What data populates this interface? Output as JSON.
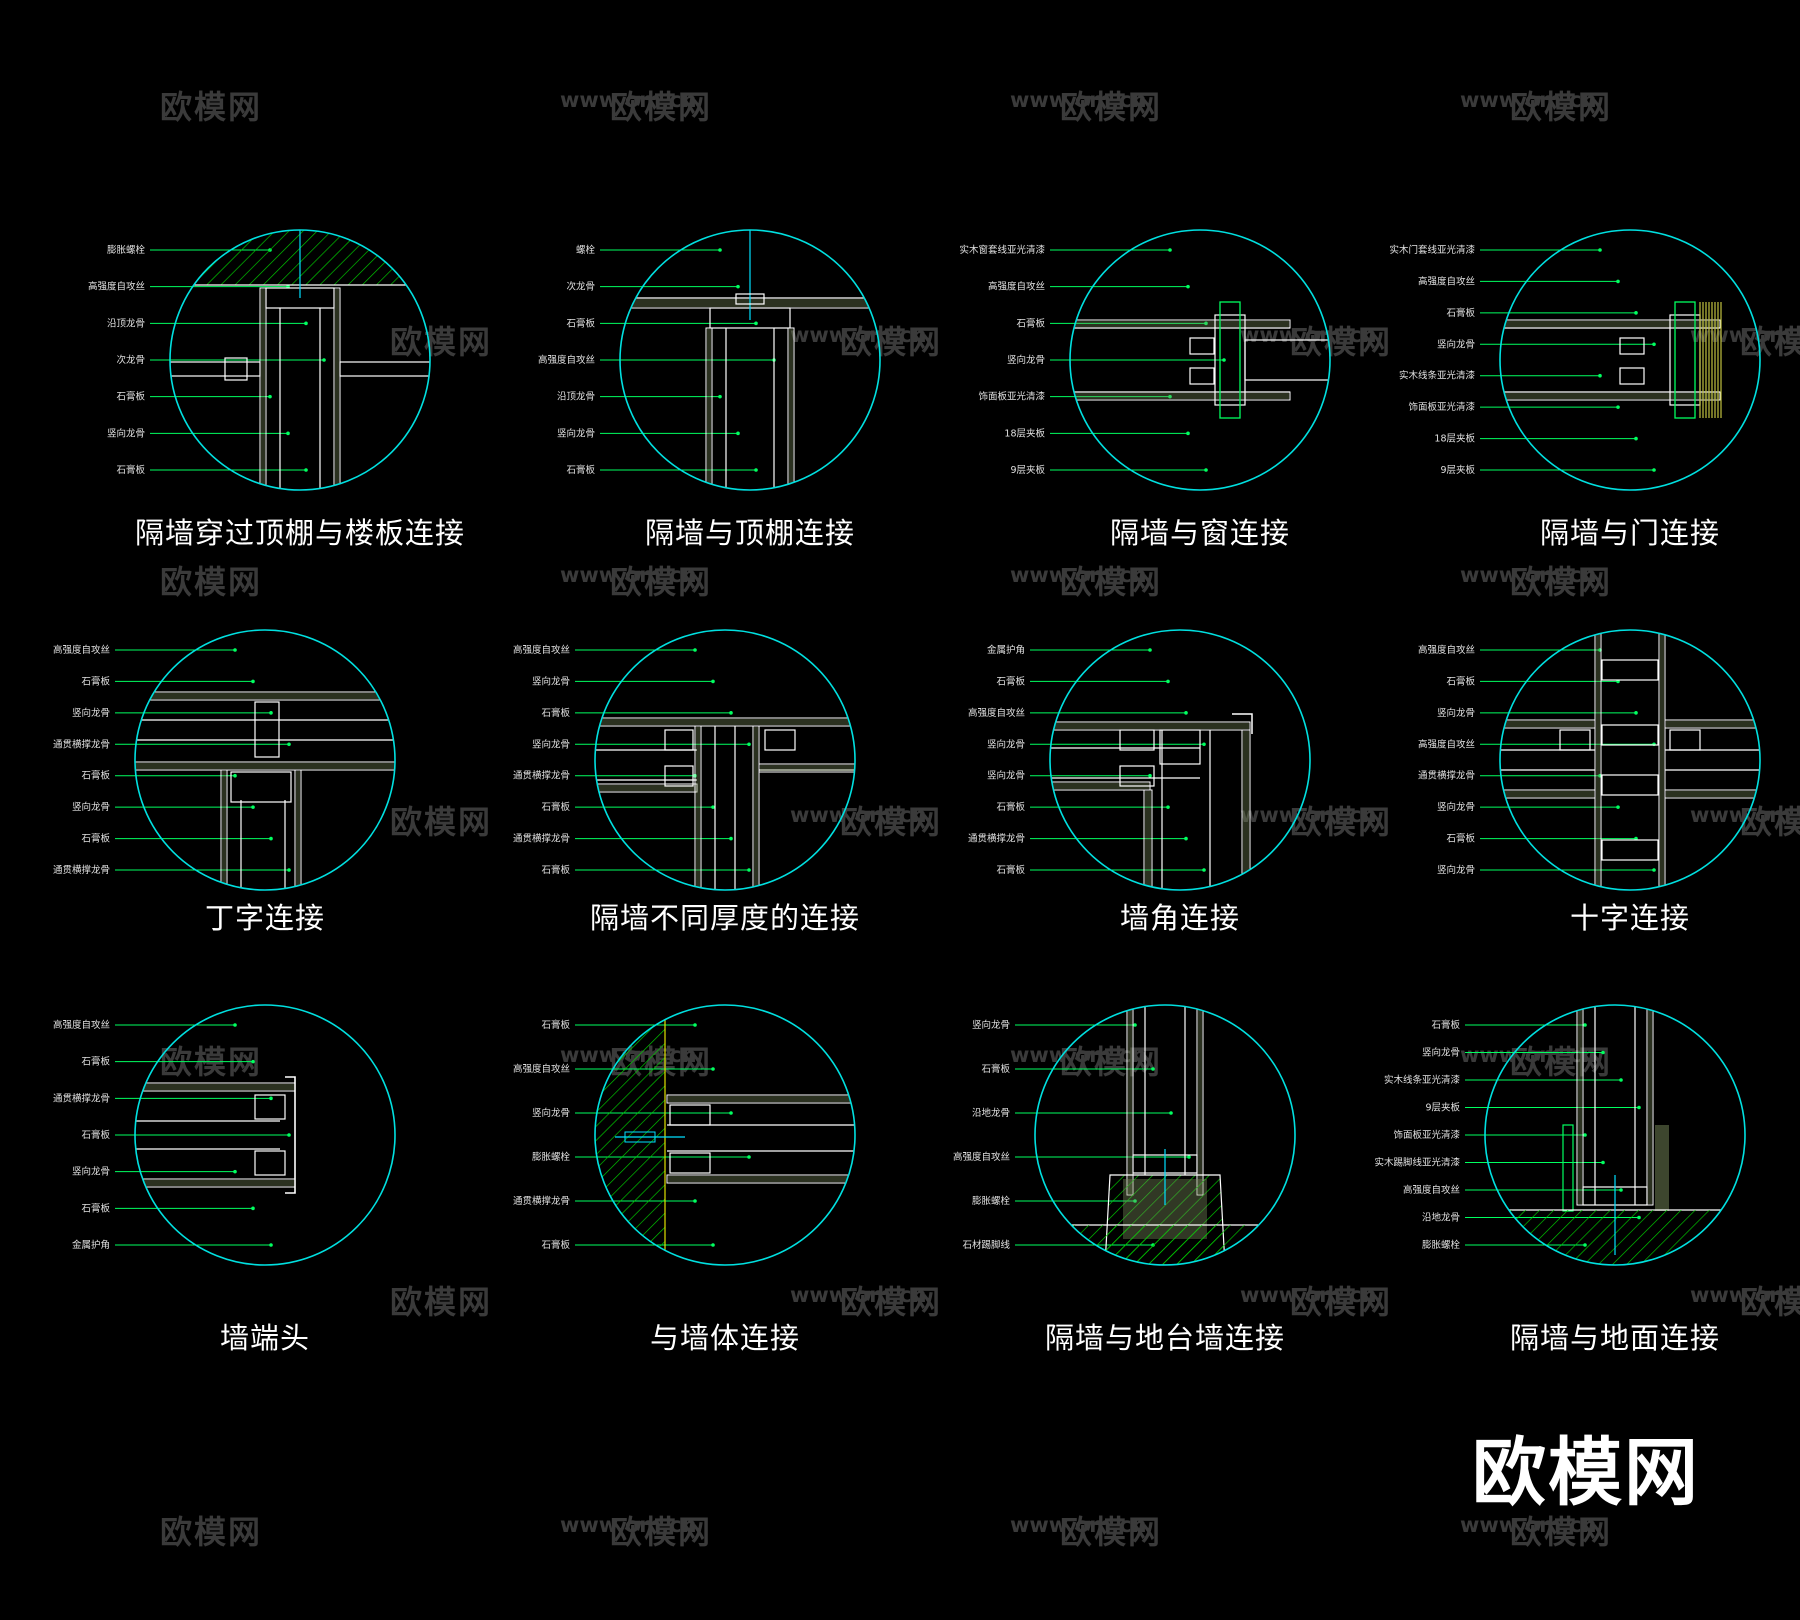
{
  "watermark": {
    "brand": "欧模网",
    "url": "www.om.cn"
  },
  "logo": "欧模网",
  "colors": {
    "circle": "#00e0e0",
    "leader": "#00ff60",
    "panel": "#7a8c5c",
    "hatch": "#00d000",
    "line": "#ffffff",
    "background": "#000000"
  },
  "details": [
    {
      "title": "隔墙穿过顶棚与楼板连接",
      "labels": [
        "膨胀螺栓",
        "高强度自攻丝",
        "沿顶龙骨",
        "次龙骨",
        "石膏板",
        "竖向龙骨",
        "石膏板"
      ]
    },
    {
      "title": "隔墙与顶棚连接",
      "labels": [
        "螺栓",
        "次龙骨",
        "石膏板",
        "高强度自攻丝",
        "沿顶龙骨",
        "竖向龙骨",
        "石膏板"
      ]
    },
    {
      "title": "隔墙与窗连接",
      "labels": [
        "实木窗套线亚光清漆",
        "高强度自攻丝",
        "石膏板",
        "竖向龙骨",
        "饰面板亚光清漆",
        "18层夹板",
        "9层夹板"
      ]
    },
    {
      "title": "隔墙与门连接",
      "labels": [
        "实木门套线亚光清漆",
        "高强度自攻丝",
        "石膏板",
        "竖向龙骨",
        "实木线条亚光清漆",
        "饰面板亚光清漆",
        "18层夹板",
        "9层夹板"
      ]
    },
    {
      "title": "丁字连接",
      "labels": [
        "高强度自攻丝",
        "石膏板",
        "竖向龙骨",
        "通贯横撑龙骨",
        "石膏板",
        "竖向龙骨",
        "石膏板",
        "通贯横撑龙骨"
      ]
    },
    {
      "title": "隔墙不同厚度的连接",
      "labels": [
        "高强度自攻丝",
        "竖向龙骨",
        "石膏板",
        "竖向龙骨",
        "通贯横撑龙骨",
        "石膏板",
        "通贯横撑龙骨",
        "石膏板"
      ]
    },
    {
      "title": "墙角连接",
      "labels": [
        "金属护角",
        "石膏板",
        "高强度自攻丝",
        "竖向龙骨",
        "竖向龙骨",
        "石膏板",
        "通贯横撑龙骨",
        "石膏板"
      ]
    },
    {
      "title": "十字连接",
      "labels": [
        "高强度自攻丝",
        "石膏板",
        "竖向龙骨",
        "高强度自攻丝",
        "通贯横撑龙骨",
        "竖向龙骨",
        "石膏板",
        "竖向龙骨"
      ]
    },
    {
      "title": "墙端头",
      "labels": [
        "高强度自攻丝",
        "石膏板",
        "通贯横撑龙骨",
        "石膏板",
        "竖向龙骨",
        "石膏板",
        "金属护角"
      ]
    },
    {
      "title": "与墙体连接",
      "labels": [
        "石膏板",
        "高强度自攻丝",
        "竖向龙骨",
        "膨胀螺栓",
        "通贯横撑龙骨",
        "石膏板"
      ]
    },
    {
      "title": "隔墙与地台墙连接",
      "labels": [
        "竖向龙骨",
        "石膏板",
        "沿地龙骨",
        "高强度自攻丝",
        "膨胀螺栓",
        "石材踢脚线"
      ]
    },
    {
      "title": "隔墙与地面连接",
      "labels": [
        "石膏板",
        "竖向龙骨",
        "实木线条亚光清漆",
        "9层夹板",
        "饰面板亚光清漆",
        "实木踢脚线亚光清漆",
        "高强度自攻丝",
        "沿地龙骨",
        "膨胀螺栓"
      ]
    }
  ]
}
